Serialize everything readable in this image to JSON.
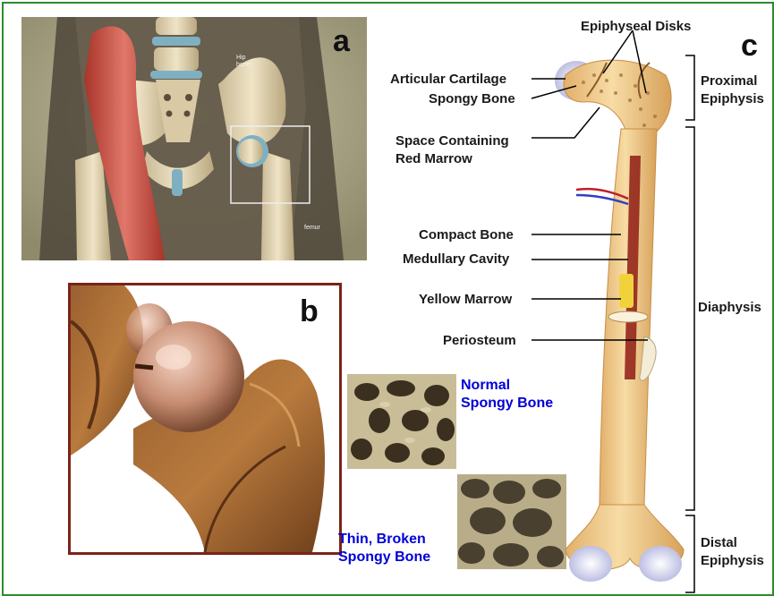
{
  "panels": {
    "a": {
      "letter": "a",
      "hip_text": "Hip\nbone",
      "femur_text": "femur"
    },
    "b": {
      "letter": "b"
    },
    "c": {
      "letter": "c"
    }
  },
  "labels": {
    "epiphyseal_disks": "Epiphyseal Disks",
    "articular_cartilage": "Articular Cartilage",
    "spongy_bone": "Spongy Bone",
    "space_red_marrow_1": "Space Containing",
    "space_red_marrow_2": "Red Marrow",
    "compact_bone": "Compact Bone",
    "medullary_cavity": "Medullary Cavity",
    "yellow_marrow": "Yellow Marrow",
    "periosteum": "Periosteum",
    "proximal_epiphysis_1": "Proximal",
    "proximal_epiphysis_2": "Epiphysis",
    "diaphysis": "Diaphysis",
    "distal_epiphysis_1": "Distal",
    "distal_epiphysis_2": "Epiphysis"
  },
  "spongy": {
    "normal_1": "Normal",
    "normal_2": "Spongy Bone",
    "thin_1": "Thin, Broken",
    "thin_2": "Spongy Bone"
  },
  "colors": {
    "border": "#2e8b2e",
    "label_blue": "#0000d8",
    "panel_b_border": "#7a2418",
    "bone": "#ecc58a"
  }
}
